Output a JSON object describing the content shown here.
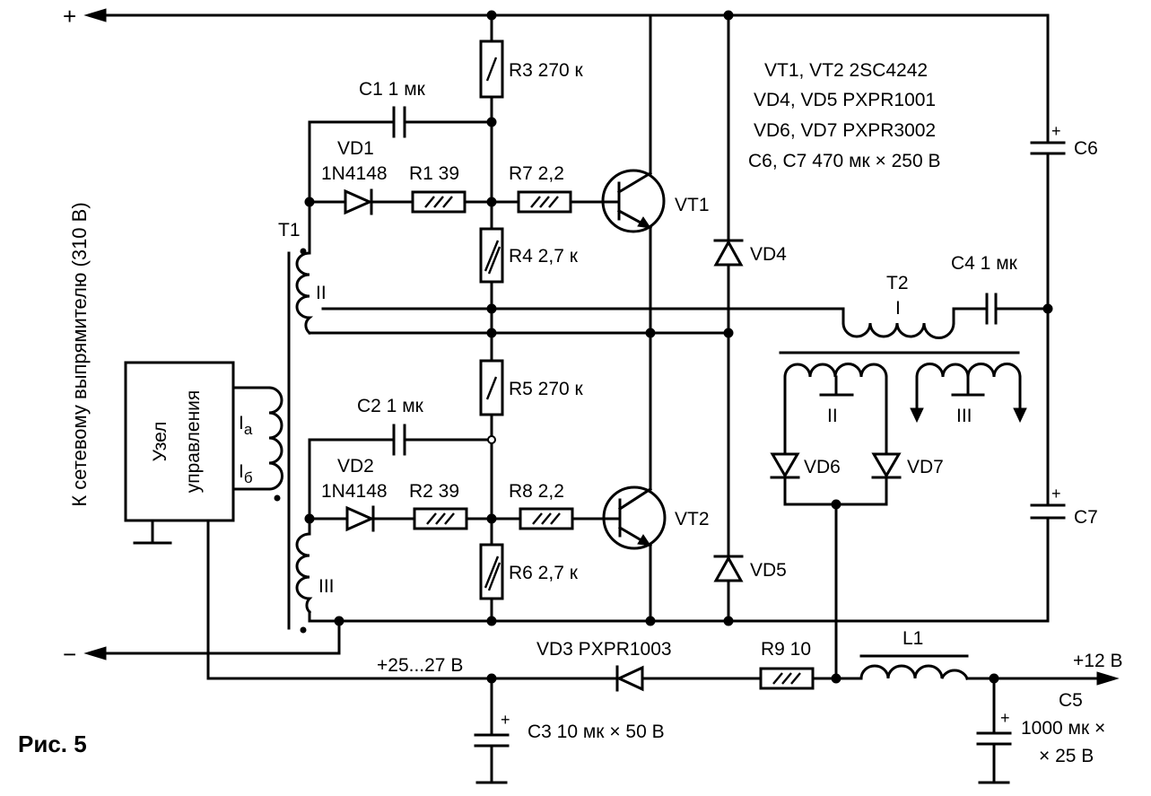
{
  "figure_caption": "Рис. 5",
  "rail_plus": "+",
  "rail_minus": "−",
  "input_label": "К сетевому выпрямителю (310 В)",
  "control_unit": {
    "line1": "Узел",
    "line2": "управления",
    "ia": "I",
    "ia_sub": "а",
    "ib": "I",
    "ib_sub": "б"
  },
  "parts_note": [
    "VT1, VT2 2SC4242",
    "VD4, VD5 PXPR1001",
    "VD6, VD7 PXPR3002",
    "C6, C7 470 мк × 250 В"
  ],
  "components": {
    "r3": "R3 270 к",
    "c1": "C1 1 мк",
    "vd1": "VD1",
    "vd1_type": "1N4148",
    "r1": "R1 39",
    "r7": "R7 2,2",
    "vt1": "VT1",
    "r4": "R4 2,7 к",
    "t1": "T1",
    "t1_winding2": "II",
    "t1_winding3": "III",
    "r5": "R5 270 к",
    "c2": "C2 1 мк",
    "vd2": "VD2",
    "vd2_type": "1N4148",
    "r2": "R2 39",
    "r8": "R8 2,2",
    "vt2": "VT2",
    "r6": "R6 2,7 к",
    "vd4": "VD4",
    "vd5": "VD5",
    "c6": "C6",
    "c7": "C7",
    "c6_polarity": "+",
    "c7_polarity": "+",
    "t2": "T2",
    "t2_winding1": "I",
    "t2_winding2": "II",
    "t2_winding3": "III",
    "c4": "C4 1 мк",
    "vd6": "VD6",
    "vd7": "VD7",
    "vd3": "VD3 PXPR1003",
    "r9": "R9 10",
    "l1": "L1",
    "c3": "C3 10 мк × 50 В",
    "c3_polarity": "+",
    "c5": "C5",
    "c5_value1": "1000 мк ×",
    "c5_value2": "× 25 В",
    "c5_polarity": "+",
    "supply_aux": "+25...27 В",
    "output": "+12 В"
  }
}
